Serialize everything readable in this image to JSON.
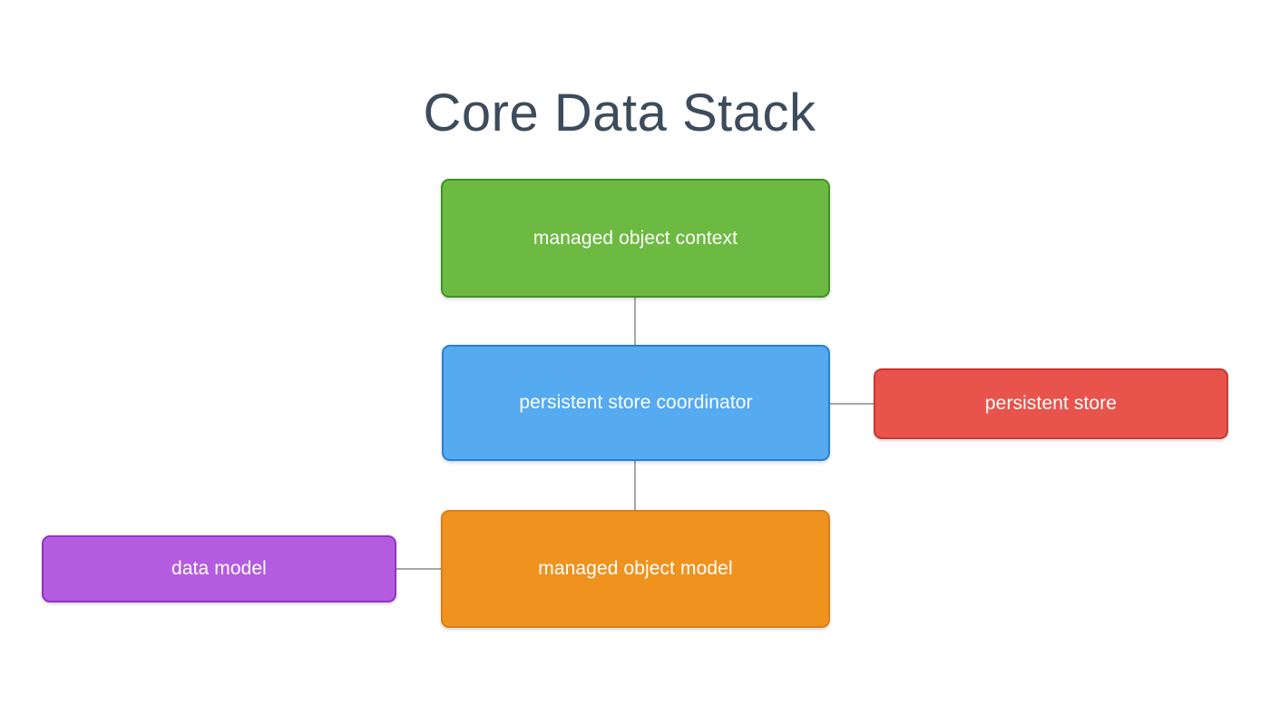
{
  "diagram": {
    "title": "Core Data Stack",
    "type": "block-diagram",
    "background_color": "#ffffff",
    "title_color": "#3d4c5c",
    "connector_color": "#a8a8a8",
    "nodes": [
      {
        "id": "managed-object-context",
        "label": "managed object context",
        "fill": "#6cba42",
        "border": "#3f9122",
        "text_color": "#ffffff"
      },
      {
        "id": "persistent-store-coordinator",
        "label": "persistent store coordinator",
        "fill": "#55aaf0",
        "border": "#2a7fd4",
        "text_color": "#ffffff"
      },
      {
        "id": "persistent-store",
        "label": "persistent store",
        "fill": "#e8544c",
        "border": "#c8382f",
        "text_color": "#ffffff"
      },
      {
        "id": "managed-object-model",
        "label": "managed object model",
        "fill": "#f0921e",
        "border": "#d9801a",
        "text_color": "#ffffff"
      },
      {
        "id": "data-model",
        "label": "data model",
        "fill": "#b45ce0",
        "border": "#9333c4",
        "text_color": "#ffffff"
      }
    ],
    "edges": [
      {
        "id": "moc-psc",
        "from": "managed-object-context",
        "to": "persistent-store-coordinator",
        "orientation": "vertical"
      },
      {
        "id": "psc-mom",
        "from": "persistent-store-coordinator",
        "to": "managed-object-model",
        "orientation": "vertical"
      },
      {
        "id": "psc-ps",
        "from": "persistent-store-coordinator",
        "to": "persistent-store",
        "orientation": "horizontal"
      },
      {
        "id": "dm-mom",
        "from": "data-model",
        "to": "managed-object-model",
        "orientation": "horizontal"
      }
    ]
  }
}
